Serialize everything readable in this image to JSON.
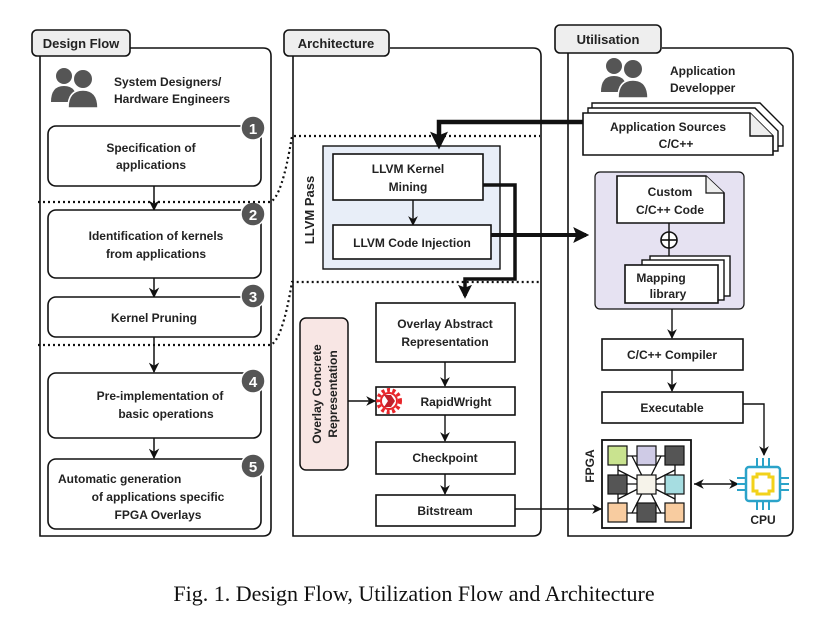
{
  "sections": {
    "design_flow": {
      "title": "Design Flow",
      "actor": [
        "System Designers/",
        "Hardware Engineers"
      ],
      "steps": [
        {
          "number": "1",
          "lines": [
            "Specification of",
            "applications"
          ]
        },
        {
          "number": "2",
          "lines": [
            "Identification of kernels",
            "from applications"
          ]
        },
        {
          "number": "3",
          "lines": [
            "Kernel Pruning"
          ]
        },
        {
          "number": "4",
          "lines": [
            "Pre-implementation of",
            "basic operations"
          ]
        },
        {
          "number": "5",
          "lines": [
            "Automatic generation",
            "of applications specific",
            "FPGA Overlays"
          ]
        }
      ]
    },
    "architecture": {
      "title": "Architecture",
      "llvm_pass_label": "LLVM Pass",
      "llvm_kernel_mining": [
        "LLVM Kernel",
        "Mining"
      ],
      "llvm_code_injection": "LLVM Code Injection",
      "overlay_concrete": [
        "Overlay Concrete",
        "Representation"
      ],
      "overlay_abstract": [
        "Overlay Abstract",
        "Representation"
      ],
      "rapidwright": "RapidWright",
      "checkpoint": "Checkpoint",
      "bitstream": "Bitstream"
    },
    "utilisation": {
      "title": "Utilisation",
      "actor": [
        "Application",
        "Developper"
      ],
      "app_sources": [
        "Application Sources",
        "C/C++"
      ],
      "custom_code": [
        "Custom",
        "C/C++ Code"
      ],
      "mapping_library": [
        "Mapping",
        "library"
      ],
      "compiler": "C/C++ Compiler",
      "executable": "Executable",
      "fpga_label": "FPGA",
      "cpu_label": "CPU"
    }
  },
  "caption": "Fig. 1.  Design Flow, Utilization Flow and Architecture",
  "colors": {
    "step_badge": "#555555",
    "llvm_pass_fill": "#e8eef8",
    "overlay_concrete_fill": "#f8e6e4",
    "custom_group_fill": "#e6e2f2",
    "tab_fill": "#eeeeee",
    "people_icon": "#555555",
    "rapidwright_red": "#e8252a",
    "cpu_blue": "#2ba3c9",
    "cpu_yellow": "#f2d21b",
    "fpga_green": "#c9e38f",
    "fpga_lavender": "#cfcbe6",
    "fpga_dark": "#555555",
    "fpga_cream": "#f6f3ea",
    "fpga_cyan": "#a6dde1",
    "fpga_orange": "#f8cca0"
  }
}
